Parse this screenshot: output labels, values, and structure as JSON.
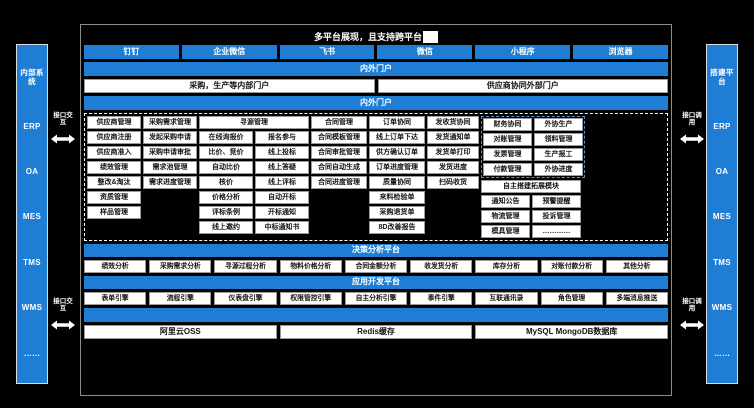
{
  "title": {
    "text": "多平台展现，且支持跨平台",
    "has_caret": true
  },
  "colors": {
    "accent": "#1f7dd4",
    "cell_bg": "#ffffff",
    "page_bg": "#000000",
    "frame_border": "#8d8d8d"
  },
  "left_rail": {
    "name": "内部系统",
    "items": [
      "内部系统",
      "ERP",
      "OA",
      "MES",
      "TMS",
      "WMS",
      "……"
    ],
    "arrow_label_top": "接口交互",
    "arrow_label_bottom": "接口交互"
  },
  "right_rail": {
    "name": "搭建平台",
    "items": [
      "搭建平台",
      "ERP",
      "OA",
      "MES",
      "TMS",
      "WMS",
      "……"
    ],
    "arrow_label_top": "接口调用",
    "arrow_label_bottom": "接口调用"
  },
  "clients": [
    "钉钉",
    "企业微信",
    "飞书",
    "微信",
    "小程序",
    "浏览器"
  ],
  "portal_bar_1": "内外门户",
  "portals": [
    "采购，生产等内部门户",
    "供应商协同外部门户"
  ],
  "portal_bar_2": "内外门户",
  "grid": {
    "supplier": {
      "header": "供应商管理",
      "items": [
        "供应商注册",
        "供应商准入",
        "绩效管理",
        "整改&淘汰",
        "资质管理",
        "样品管理"
      ]
    },
    "demand": {
      "header": "采购需求管理",
      "items": [
        "发起采购申请",
        "采购申请审批",
        "需求池管理",
        "需求进度管理"
      ]
    },
    "sourcing": {
      "header": "寻源管理",
      "left_items": [
        "在线询报价",
        "比价、竞价",
        "自动比价",
        "核价",
        "价格分析",
        "评标条例",
        "线上邀约"
      ],
      "right_items": [
        "报名参与",
        "线上投标",
        "线上答疑",
        "线上评标",
        "自动开标",
        "开标通知",
        "中标通知书"
      ]
    },
    "contract": {
      "header": "合同管理",
      "items": [
        "合同模板管理",
        "合同审批管理",
        "合同自动生成",
        "合同进度管理"
      ]
    },
    "order": {
      "header": "订单协同",
      "items": [
        "线上订单下达",
        "供方确认订单",
        "订单进度管理",
        "质量协同",
        "来料检验单",
        "采购退货单",
        "8D改善报告"
      ]
    },
    "delivery": {
      "header": "发收货协同",
      "items": [
        "发货通知单",
        "发货单打印",
        "发货进度",
        "扫码收货"
      ]
    },
    "finance": {
      "header": "财务协同",
      "items": [
        "对账管理",
        "发票管理",
        "付款管理"
      ]
    },
    "outsourcing": {
      "header": "外协生产",
      "items": [
        "领料管理",
        "生产报工",
        "外协进度"
      ]
    },
    "extension": {
      "header": "自主搭建拓展模块",
      "rows": [
        [
          "通知公告",
          "预警提醒"
        ],
        [
          "物流管理",
          "投诉管理"
        ],
        [
          "模具管理",
          "…………"
        ]
      ]
    }
  },
  "decision_platform": {
    "title": "决策分析平台",
    "items": [
      "绩效分析",
      "采购需求分析",
      "寻源过程分析",
      "物料价格分析",
      "合同金额分析",
      "收发货分析",
      "库存分析",
      "对账付款分析",
      "其他分析"
    ]
  },
  "app_platform": {
    "title": "应用开发平台",
    "items": [
      "表单引擎",
      "流程引擎",
      "仪表盘引擎",
      "权限管控引擎",
      "自主分析引擎",
      "事件引擎",
      "互联通讯录",
      "角色管理",
      "多端消息推送"
    ]
  },
  "infra_bar": "",
  "infra": [
    "阿里云OSS",
    "Redis缓存",
    "MySQL MongoDB数据库"
  ]
}
